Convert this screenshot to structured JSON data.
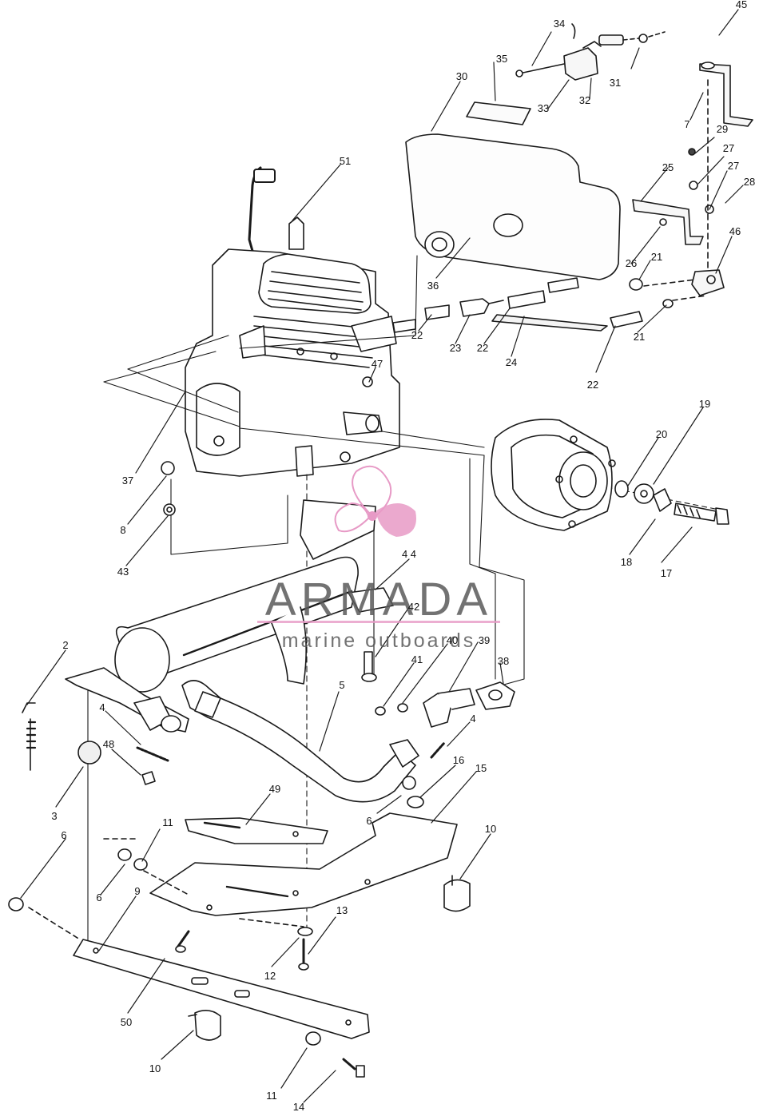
{
  "watermark": {
    "brand": "ARMADA",
    "tagline": "marine outboards",
    "brand_color": "#5a5a5a",
    "accent_color": "#e79ac6"
  },
  "callouts": [
    {
      "id": "c45",
      "text": "45"
    },
    {
      "id": "c34",
      "text": "34"
    },
    {
      "id": "c35",
      "text": "35"
    },
    {
      "id": "c30",
      "text": "30"
    },
    {
      "id": "c31",
      "text": "31"
    },
    {
      "id": "c32",
      "text": "32"
    },
    {
      "id": "c33",
      "text": "33"
    },
    {
      "id": "c7",
      "text": "7"
    },
    {
      "id": "c29",
      "text": "29"
    },
    {
      "id": "c27a",
      "text": "27"
    },
    {
      "id": "c27b",
      "text": "27"
    },
    {
      "id": "c28",
      "text": "28"
    },
    {
      "id": "c25",
      "text": "25"
    },
    {
      "id": "c51",
      "text": "51"
    },
    {
      "id": "c46",
      "text": "46"
    },
    {
      "id": "c26",
      "text": "26"
    },
    {
      "id": "c21a",
      "text": "21"
    },
    {
      "id": "c36",
      "text": "36"
    },
    {
      "id": "c22a",
      "text": "22"
    },
    {
      "id": "c23",
      "text": "23"
    },
    {
      "id": "c22b",
      "text": "22"
    },
    {
      "id": "c24",
      "text": "24"
    },
    {
      "id": "c21b",
      "text": "21"
    },
    {
      "id": "c22c",
      "text": "22"
    },
    {
      "id": "c47",
      "text": "47"
    },
    {
      "id": "c19",
      "text": "19"
    },
    {
      "id": "c20",
      "text": "20"
    },
    {
      "id": "c37",
      "text": "37"
    },
    {
      "id": "c8",
      "text": "8"
    },
    {
      "id": "c18",
      "text": "18"
    },
    {
      "id": "c17",
      "text": "17"
    },
    {
      "id": "c43",
      "text": "43"
    },
    {
      "id": "c44",
      "text": "4 4"
    },
    {
      "id": "c42",
      "text": "42"
    },
    {
      "id": "c2",
      "text": "2"
    },
    {
      "id": "c40",
      "text": "40"
    },
    {
      "id": "c39",
      "text": "39"
    },
    {
      "id": "c38",
      "text": "38"
    },
    {
      "id": "c41",
      "text": "41"
    },
    {
      "id": "c5",
      "text": "5"
    },
    {
      "id": "c4a",
      "text": "4"
    },
    {
      "id": "c4b",
      "text": "4"
    },
    {
      "id": "c48",
      "text": "48"
    },
    {
      "id": "c16",
      "text": "16"
    },
    {
      "id": "c15",
      "text": "15"
    },
    {
      "id": "c3",
      "text": "3"
    },
    {
      "id": "c49",
      "text": "49"
    },
    {
      "id": "c6a",
      "text": "6"
    },
    {
      "id": "c6b",
      "text": "6"
    },
    {
      "id": "c10a",
      "text": "10"
    },
    {
      "id": "c6c",
      "text": "6"
    },
    {
      "id": "c11a",
      "text": "11"
    },
    {
      "id": "c9",
      "text": "9"
    },
    {
      "id": "c13",
      "text": "13"
    },
    {
      "id": "c12",
      "text": "12"
    },
    {
      "id": "c50",
      "text": "50"
    },
    {
      "id": "c10b",
      "text": "10"
    },
    {
      "id": "c11b",
      "text": "11"
    },
    {
      "id": "c14",
      "text": "14"
    }
  ]
}
